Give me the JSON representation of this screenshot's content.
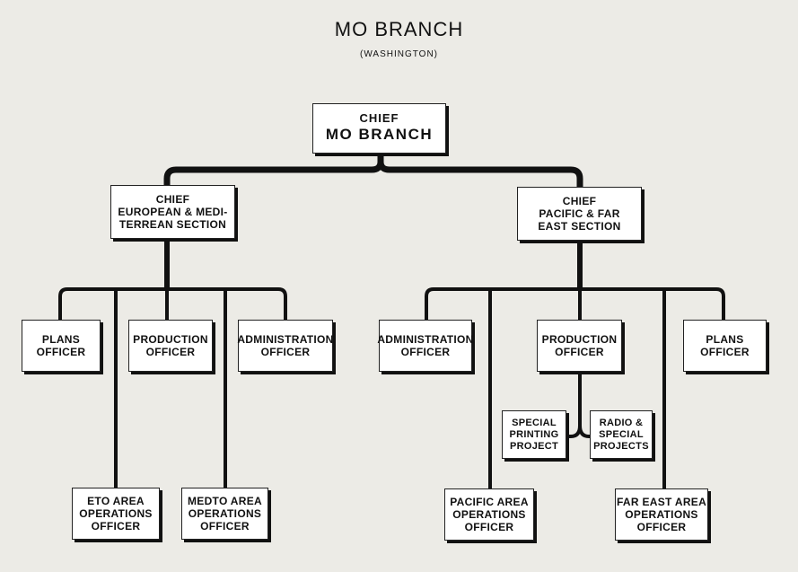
{
  "title": "MO BRANCH",
  "subtitle": "(WASHINGTON)",
  "colors": {
    "background": "#ecebe6",
    "box": "#ffffff",
    "line": "#111111"
  },
  "nodes": {
    "chief": {
      "line1": "CHIEF",
      "line2": "MO BRANCH"
    },
    "euro_chief": {
      "lines": [
        "CHIEF",
        "EUROPEAN & MEDI-",
        "TERREAN SECTION"
      ]
    },
    "pacific_chief": {
      "lines": [
        "CHIEF",
        "PACIFIC & FAR",
        "EAST SECTION"
      ]
    },
    "euro_plans": {
      "lines": [
        "PLANS",
        "OFFICER"
      ]
    },
    "euro_production": {
      "lines": [
        "PRODUCTION",
        "OFFICER"
      ]
    },
    "euro_admin": {
      "lines": [
        "ADMINISTRATION",
        "OFFICER"
      ]
    },
    "eto_area": {
      "lines": [
        "ETO AREA",
        "OPERATIONS",
        "OFFICER"
      ]
    },
    "medto_area": {
      "lines": [
        "MEDTO AREA",
        "OPERATIONS",
        "OFFICER"
      ]
    },
    "pac_admin": {
      "lines": [
        "ADMINISTRATION",
        "OFFICER"
      ]
    },
    "pac_production": {
      "lines": [
        "PRODUCTION",
        "OFFICER"
      ]
    },
    "pac_plans": {
      "lines": [
        "PLANS",
        "OFFICER"
      ]
    },
    "special_printing": {
      "lines": [
        "SPECIAL",
        "PRINTING",
        "PROJECT"
      ]
    },
    "radio_special": {
      "lines": [
        "RADIO &",
        "SPECIAL",
        "PROJECTS"
      ]
    },
    "pacific_area": {
      "lines": [
        "PACIFIC AREA",
        "OPERATIONS",
        "OFFICER"
      ]
    },
    "far_east_area": {
      "lines": [
        "FAR EAST AREA",
        "OPERATIONS",
        "OFFICER"
      ]
    }
  }
}
